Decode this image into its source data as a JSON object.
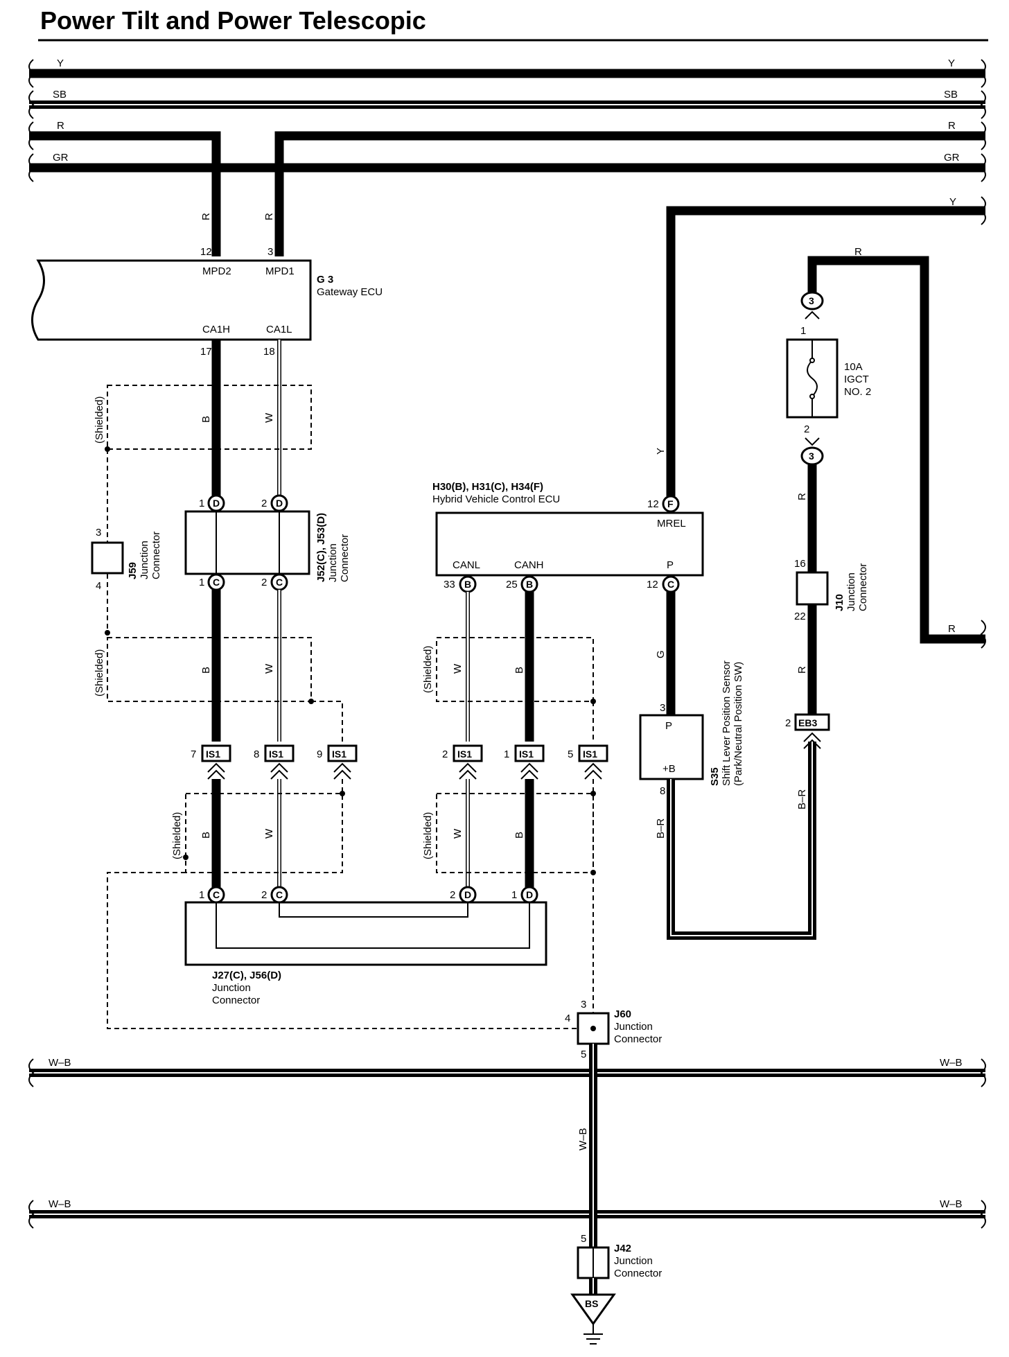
{
  "title": "Power Tilt and Power Telescopic",
  "bus_wires": {
    "y": "Y",
    "sb": "SB",
    "r": "R",
    "gr": "GR",
    "wb": "W–B"
  },
  "wire_colors": {
    "r": "R",
    "b": "B",
    "w": "W",
    "y": "Y",
    "g": "G",
    "br": "B–R",
    "wb": "W–B"
  },
  "shielded": "(Shielded)",
  "gateway_ecu": {
    "code": "G 3",
    "name": "Gateway ECU",
    "pins": {
      "mpd2_no": "12",
      "mpd2": "MPD2",
      "mpd1_no": "3",
      "mpd1": "MPD1",
      "ca1h_no": "17",
      "ca1h": "CA1H",
      "ca1l_no": "18",
      "ca1l": "CA1L"
    }
  },
  "j52": {
    "code": "J52(C), J53(D)",
    "line1": "Junction",
    "line2": "Connector",
    "pin_top1": "1",
    "pin_top2": "2",
    "letter_top": "D",
    "pin_bot1": "1",
    "pin_bot2": "2",
    "letter_bot": "C"
  },
  "j59": {
    "code": "J59",
    "line1": "Junction",
    "line2": "Connector",
    "pin_top": "3",
    "pin_bot": "4"
  },
  "hv_ecu": {
    "code": "H30(B), H31(C), H34(F)",
    "name": "Hybrid Vehicle Control ECU",
    "mrel_no": "12",
    "mrel_letter": "F",
    "mrel": "MREL",
    "canl": "CANL",
    "canl_no": "33",
    "canl_letter": "B",
    "canh": "CANH",
    "canh_no": "25",
    "canh_letter": "B",
    "p": "P",
    "p_no": "12",
    "p_letter": "C"
  },
  "is1": {
    "label": "IS1",
    "pins": [
      "7",
      "8",
      "9",
      "2",
      "1",
      "5"
    ]
  },
  "j27": {
    "code": "J27(C), J56(D)",
    "line1": "Junction",
    "line2": "Connector",
    "pins": [
      "1",
      "2",
      "2",
      "1"
    ],
    "letters": [
      "C",
      "C",
      "D",
      "D"
    ]
  },
  "s35": {
    "code": "S35",
    "line1": "Shift Lever Position Sensor",
    "line2": "(Park/Neutral Position SW)",
    "p": "P",
    "b": "+B",
    "pin_top": "3",
    "pin_bot": "8"
  },
  "fuse": {
    "amp": "10A",
    "name1": "IGCT",
    "name2": "NO. 2",
    "conn": "3",
    "pin_top": "1",
    "pin_bot": "2"
  },
  "j10": {
    "code": "J10",
    "line1": "Junction",
    "line2": "Connector",
    "pin_top": "16",
    "pin_bot": "22"
  },
  "eb3": {
    "label": "EB3",
    "pin": "2"
  },
  "j60": {
    "code": "J60",
    "line1": "Junction",
    "line2": "Connector",
    "pin_top": "3",
    "pin_left": "4",
    "pin_bot": "5"
  },
  "j42": {
    "code": "J42",
    "line1": "Junction",
    "line2": "Connector",
    "pin_top": "5"
  },
  "ground": {
    "label": "BS"
  }
}
